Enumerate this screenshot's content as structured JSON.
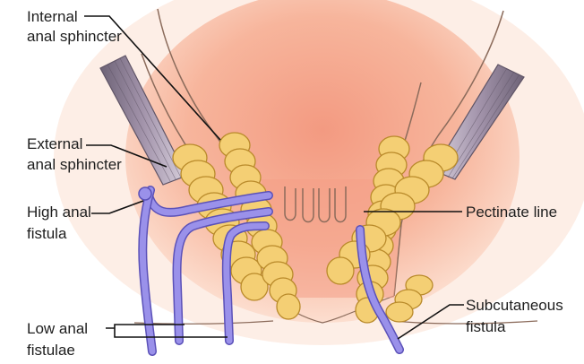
{
  "labels": {
    "internal_sphincter": [
      "Internal",
      "anal sphincter"
    ],
    "external_sphincter": [
      "External",
      "anal sphincter"
    ],
    "high_fistula": [
      "High anal",
      "fistula"
    ],
    "low_fistulae": [
      "Low anal",
      "fistulae"
    ],
    "pectinate_line": "Pectinate line",
    "subcutaneous_fistula": [
      "Subcutaneous",
      "fistula"
    ]
  },
  "colors": {
    "skin": "#f6c2a8",
    "canal_center": "#f5a189",
    "muscle_fill": "#f4cf74",
    "muscle_stroke": "#b98a2a",
    "levator": "#8e7f97",
    "fistula_tract": "#8f86e3",
    "outline": "#8b6b5b"
  }
}
